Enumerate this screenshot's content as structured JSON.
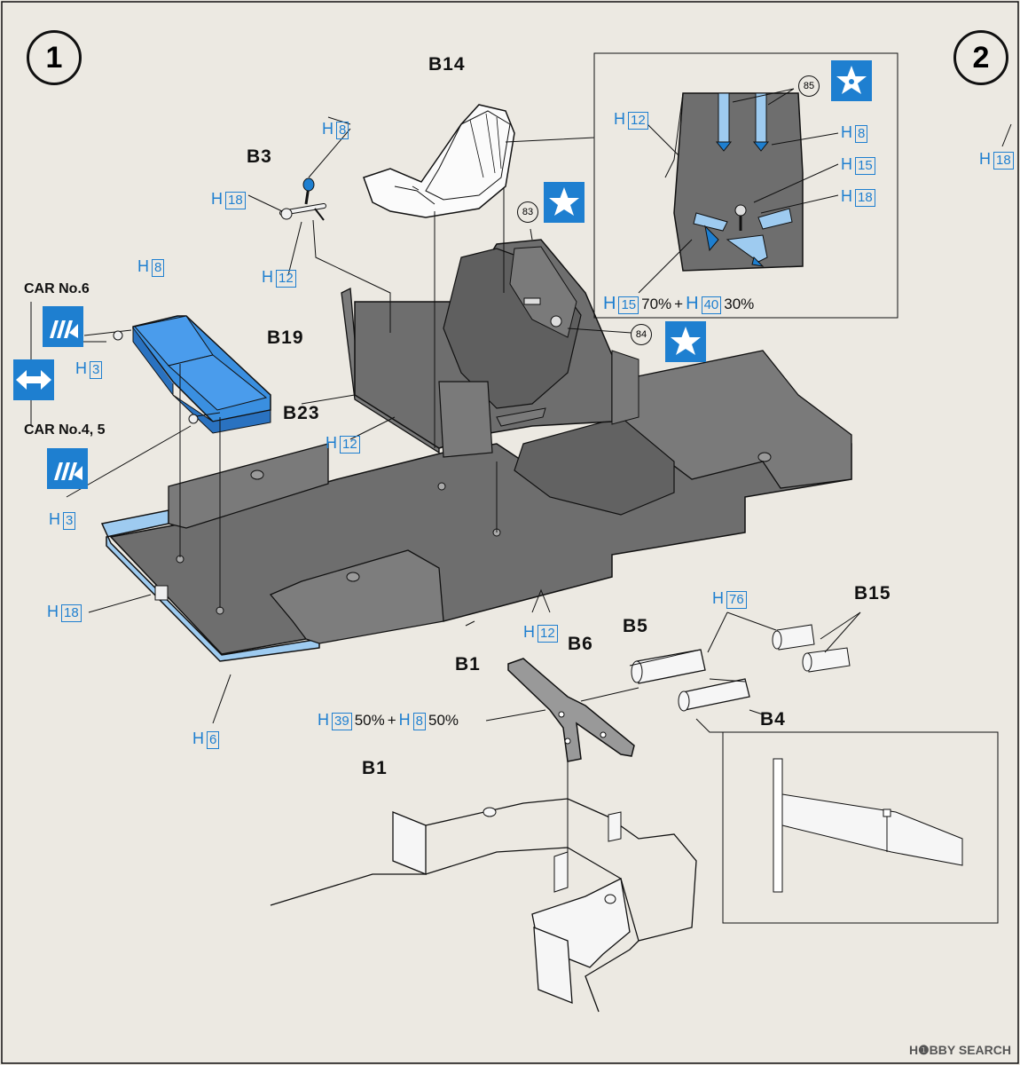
{
  "steps": {
    "step1": "1",
    "step2": "2"
  },
  "parts": {
    "b14": "B14",
    "b3": "B3",
    "b19": "B19",
    "b23": "B23",
    "b1_top": "B1",
    "b1_bottom": "B1",
    "b6": "B6",
    "b5": "B5",
    "b15": "B15",
    "b4": "B4"
  },
  "car_labels": {
    "car6": "CAR No.6",
    "car45": "CAR No.4, 5"
  },
  "callouts": {
    "c83": "83",
    "c84": "84",
    "c85": "85"
  },
  "paint_codes": {
    "h8_b3": "8",
    "h18_b3": "18",
    "h12_b3": "12",
    "h8_b19": "8",
    "h3_a": "3",
    "h3_b": "3",
    "h12_b23": "12",
    "h18_floor": "18",
    "h6": "6",
    "h12_b1": "12",
    "h76": "76",
    "h39": "39",
    "h39_pct": "50%",
    "h8_mix": "8",
    "h8_mix_pct": "50%",
    "inset_h12": "12",
    "inset_h8": "8",
    "inset_h15": "15",
    "inset_h18": "18",
    "inset_h15_mix": "15",
    "inset_h15_pct": "70%",
    "inset_h40": "40",
    "inset_h40_pct": "30%",
    "h18_step2": "18"
  },
  "paint_prefix": "H",
  "plus_sign": "+",
  "watermark": "H❶BBY SEARCH",
  "colors": {
    "accent": "#1e7fd0",
    "part_gray": "#6e6e6e",
    "line": "#111111",
    "seat_blue": "#3a8fe0",
    "paper": "#ece9e2",
    "light_blue": "#9ecbf0"
  },
  "icons": [
    "star-icon",
    "direction-arrow-icon",
    "stripe-decal-icon"
  ]
}
